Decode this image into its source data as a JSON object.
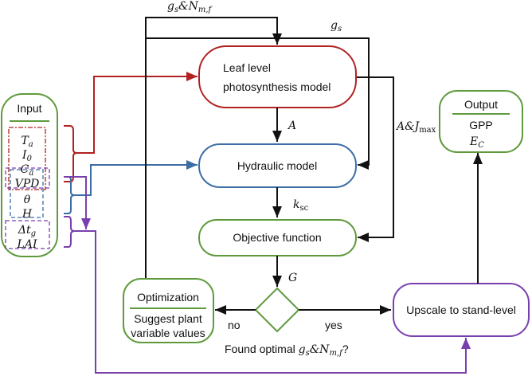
{
  "colors": {
    "red": "#b22222",
    "blue": "#3c6ea5",
    "green": "#5e9a3c",
    "purple": "#7a3fae",
    "black": "#111111"
  },
  "input": {
    "title": "Input",
    "vars": [
      {
        "base": "T",
        "sub": "a"
      },
      {
        "base": "I",
        "sub": "0"
      },
      {
        "base": "C",
        "sub": "a"
      },
      {
        "base": "VPD",
        "sub": ""
      },
      {
        "base": "θ",
        "sub": ""
      },
      {
        "base": "H",
        "sub": ""
      },
      {
        "base": "Δt",
        "sub": "g"
      },
      {
        "base": "LAI",
        "sub": ""
      }
    ]
  },
  "nodes": {
    "leaf": [
      "Leaf level",
      "photosynthesis model"
    ],
    "hydraulic": "Hydraulic model",
    "objective": "Objective function",
    "optimization": {
      "title": "Optimization",
      "lines": [
        "Suggest plant",
        "variable values"
      ]
    },
    "upscale": "Upscale to stand-level",
    "output": {
      "title": "Output",
      "items": [
        "GPP",
        {
          "base": "E",
          "sub": "C"
        }
      ]
    }
  },
  "edges": {
    "gs_nmf": {
      "base": "g",
      "sub": "s",
      "mid": "&N",
      "sub2": "m,f"
    },
    "gs": {
      "base": "g",
      "sub": "s"
    },
    "A": "A",
    "ajmax": {
      "base": "A&J",
      "sub": "max"
    },
    "ksc": {
      "base": "k",
      "sub": "sc"
    },
    "G": "G",
    "no": "no",
    "yes": "yes"
  },
  "decision": {
    "text": "Found optimal ",
    "base": "g",
    "sub": "s",
    "mid": "&N",
    "sub2": "m,f",
    "end": "?"
  }
}
